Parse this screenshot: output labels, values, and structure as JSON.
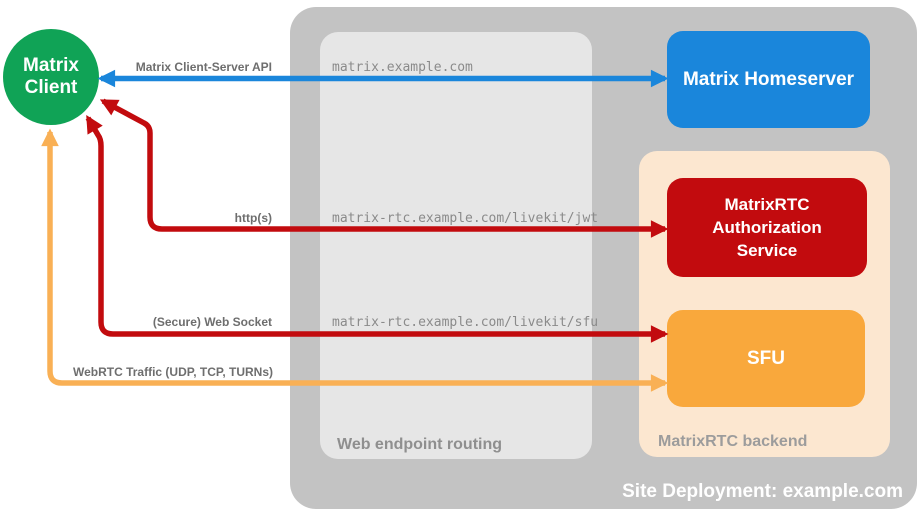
{
  "client": {
    "line1": "Matrix",
    "line2": "Client"
  },
  "site": {
    "label": "Site Deployment: example.com"
  },
  "routing": {
    "label": "Web endpoint routing"
  },
  "backend": {
    "label": "MatrixRTC backend"
  },
  "nodes": {
    "homeserver": {
      "label": "Matrix Homeserver"
    },
    "auth": {
      "label": "MatrixRTC Authorization Service"
    },
    "sfu": {
      "label": "SFU"
    }
  },
  "connections": [
    {
      "label": "Matrix Client-Server API",
      "route": "matrix.example.com",
      "color": "#1a86db"
    },
    {
      "label": "http(s)",
      "route": "matrix-rtc.example.com/livekit/jwt",
      "color": "#c20b0e"
    },
    {
      "label": "(Secure) Web Socket",
      "route": "matrix-rtc.example.com/livekit/sfu",
      "color": "#c20b0e"
    },
    {
      "label": "WebRTC Traffic (UDP, TCP, TURNs)",
      "color": "#f9b055"
    }
  ],
  "colors": {
    "client_green": "#10a356",
    "homeserver_blue": "#1a86db",
    "auth_red": "#c20b0e",
    "sfu_orange": "#f9a83c",
    "webrtc_arrow_orange": "#f9b055",
    "site_container_gray": "#c3c3c3",
    "routing_box_gray": "#e6e6e6",
    "backend_box_peach": "#fce7d0"
  }
}
